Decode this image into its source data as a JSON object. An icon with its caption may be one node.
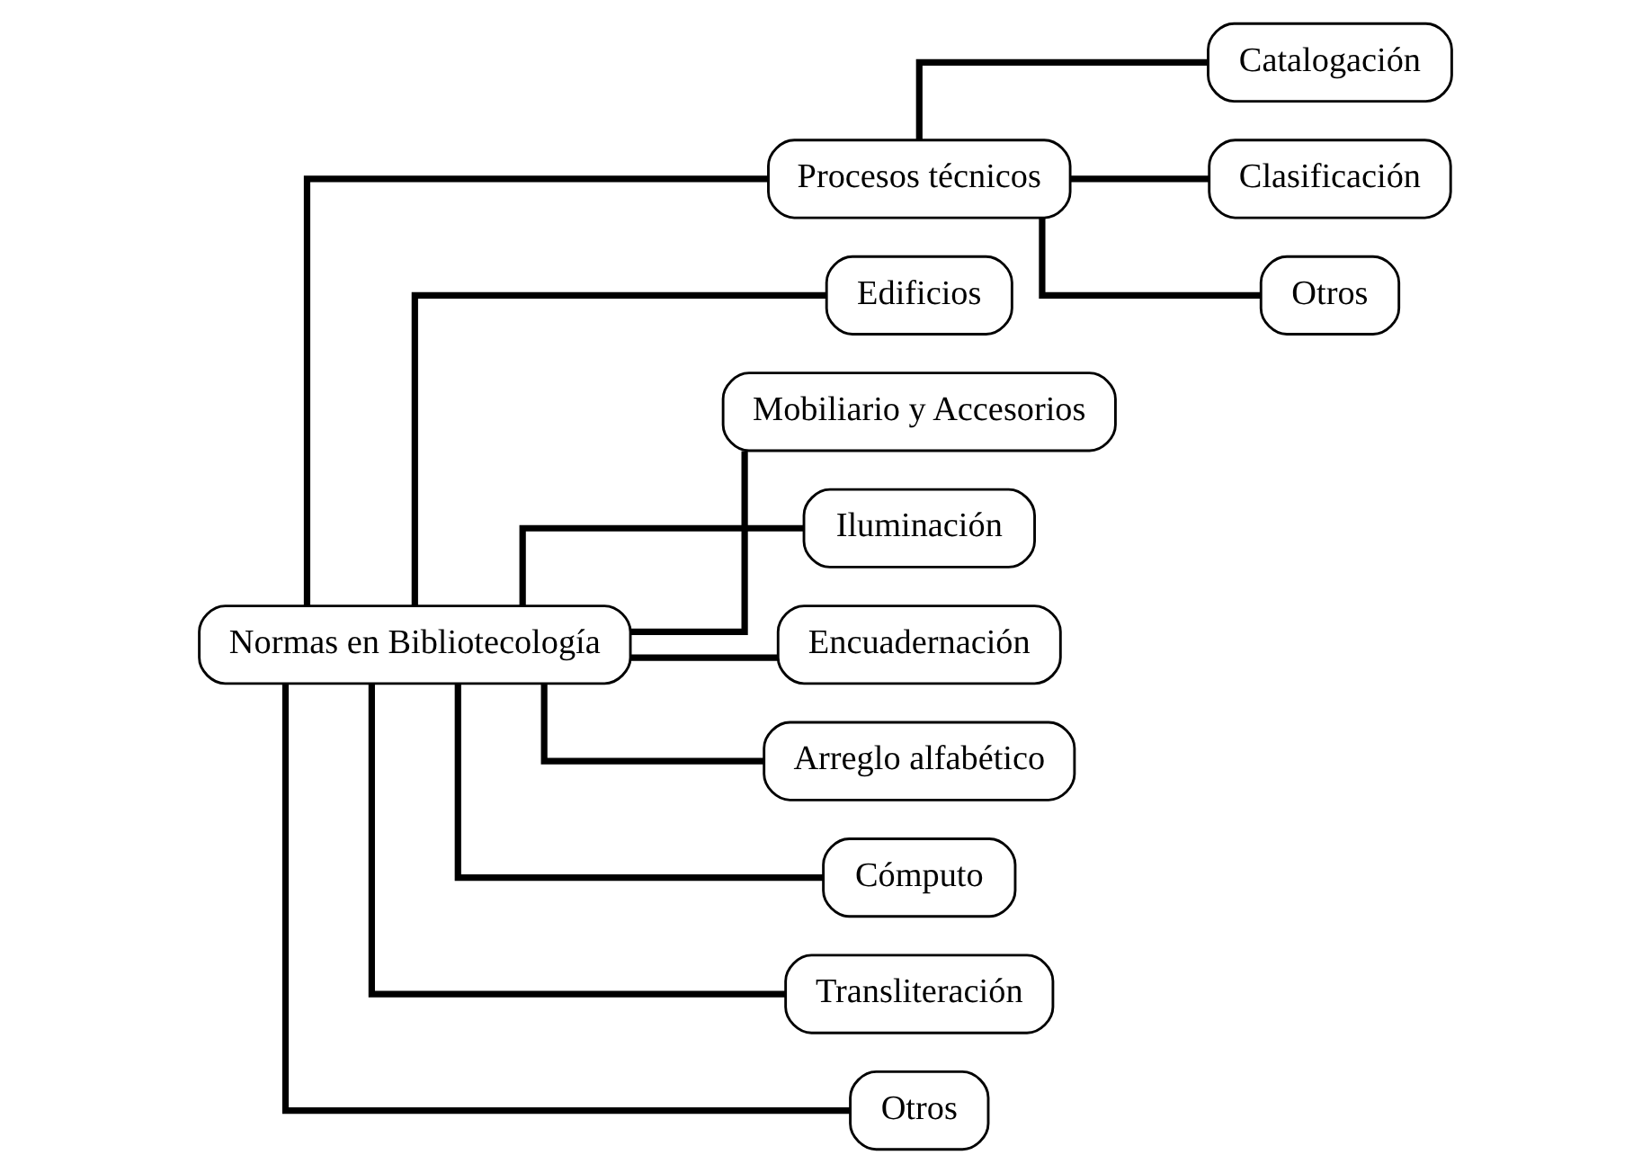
{
  "diagram": {
    "nodes": [
      {
        "text": [
          "Normas en Bibliotecología"
        ]
      },
      {
        "text": [
          "Procesos técnicos"
        ]
      },
      {
        "text": [
          "Edificios"
        ]
      },
      {
        "text": [
          "Catalogación"
        ]
      },
      {
        "text": [
          "Clasificación"
        ]
      },
      {
        "text": [
          "Otros"
        ]
      },
      {
        "text": [
          "Mobiliario y Accesorios"
        ]
      },
      {
        "text": [
          "Iluminación"
        ]
      },
      {
        "text": [
          "Encuadernación"
        ]
      },
      {
        "text": [
          "Arreglo alfabético"
        ]
      },
      {
        "text": [
          "Cómputo"
        ]
      },
      {
        "text": [
          "Transliteración"
        ]
      },
      {
        "text": [
          "Otros"
        ]
      }
    ],
    "edges": [
      {
        "from": 0,
        "to": 1,
        "arrow": "none"
      },
      {
        "from": 0,
        "to": 2,
        "arrow": "none"
      },
      {
        "from": 1,
        "to": 3,
        "arrow": "none"
      },
      {
        "from": 1,
        "to": 4,
        "arrow": "none"
      },
      {
        "from": 1,
        "to": 5,
        "arrow": "none"
      },
      {
        "from": 0,
        "to": 6,
        "arrow": "none"
      },
      {
        "from": 0,
        "to": 7,
        "arrow": "none"
      },
      {
        "from": 0,
        "to": 8,
        "arrow": "none"
      },
      {
        "from": 0,
        "to": 9,
        "arrow": "none"
      },
      {
        "from": 0,
        "to": 10,
        "arrow": "none"
      },
      {
        "from": 0,
        "to": 11,
        "arrow": "none"
      },
      {
        "from": 0,
        "to": 12,
        "arrow": "none"
      }
    ]
  }
}
